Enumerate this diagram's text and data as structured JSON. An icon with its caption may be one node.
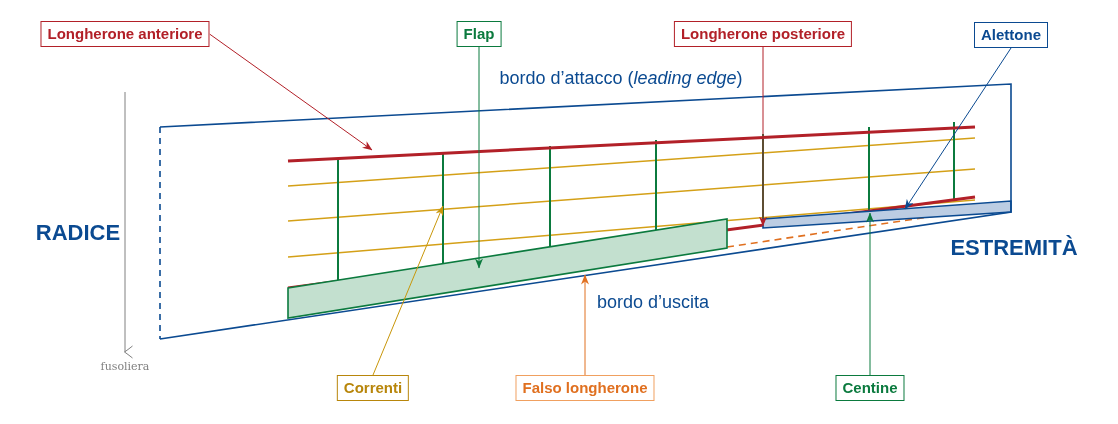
{
  "diagram": {
    "nodes": [
      {
        "text": [
          "Longherone anteriore"
        ]
      },
      {
        "text": [
          "Flap"
        ]
      },
      {
        "text": [
          "Longherone posteriore"
        ]
      },
      {
        "text": [
          "Alettone"
        ]
      },
      {
        "text": [
          "Correnti"
        ]
      },
      {
        "text": [
          "Falso longherone"
        ]
      },
      {
        "text": [
          "Centine"
        ]
      }
    ],
    "edges": [
      {
        "from": 0,
        "to": null,
        "arrow": "to",
        "color": "#b22028"
      },
      {
        "from": 1,
        "to": null,
        "arrow": "to",
        "color": "#0b7a3e"
      },
      {
        "from": 2,
        "to": null,
        "arrow": "to",
        "color": "#b22028"
      },
      {
        "from": 3,
        "to": null,
        "arrow": "to",
        "color": "#0b4a91"
      },
      {
        "from": 4,
        "to": null,
        "arrow": "to",
        "color": "#c8960a"
      },
      {
        "from": 5,
        "to": null,
        "arrow": "to",
        "color": "#e07020"
      },
      {
        "from": 6,
        "to": null,
        "arrow": "to",
        "color": "#0b7a3e"
      }
    ],
    "labels": [
      "bordo d’attacco (*leading edge*)",
      "RADICE",
      "ESTREMITÀ",
      "bordo d’uscita",
      "fusoliera"
    ]
  }
}
